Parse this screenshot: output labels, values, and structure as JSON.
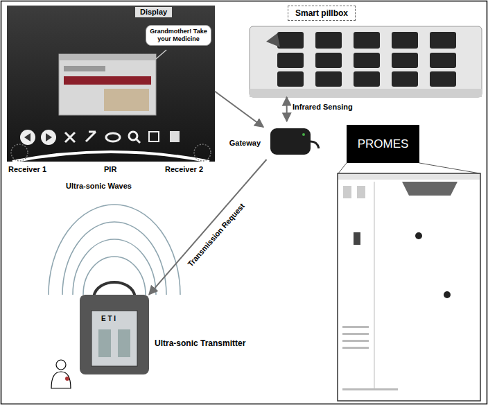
{
  "diagram": {
    "nodes": [
      {
        "text": [
          "Display"
        ]
      },
      {
        "text": [
          "Grandmother! Take your Medicine"
        ],
        "in": 0
      },
      {
        "text": [
          "Smart pillbox"
        ]
      },
      {
        "text": [
          "Gateway"
        ]
      },
      {
        "text": [
          "PROMES"
        ]
      },
      {
        "text": [
          "Ultra-sonic Transmitter"
        ]
      }
    ],
    "edges": [
      {
        "from": 0,
        "to": 3,
        "arrow": "to"
      },
      {
        "from": 2,
        "to": 3,
        "label": "Infrared Sensing",
        "arrow": "both"
      },
      {
        "from": 3,
        "to": 5,
        "label": "Transmission Request",
        "arrow": "to"
      }
    ],
    "labels": [
      "Receiver 1",
      "PIR",
      "Receiver 2",
      "Ultra-sonic Waves",
      "E T I"
    ]
  }
}
